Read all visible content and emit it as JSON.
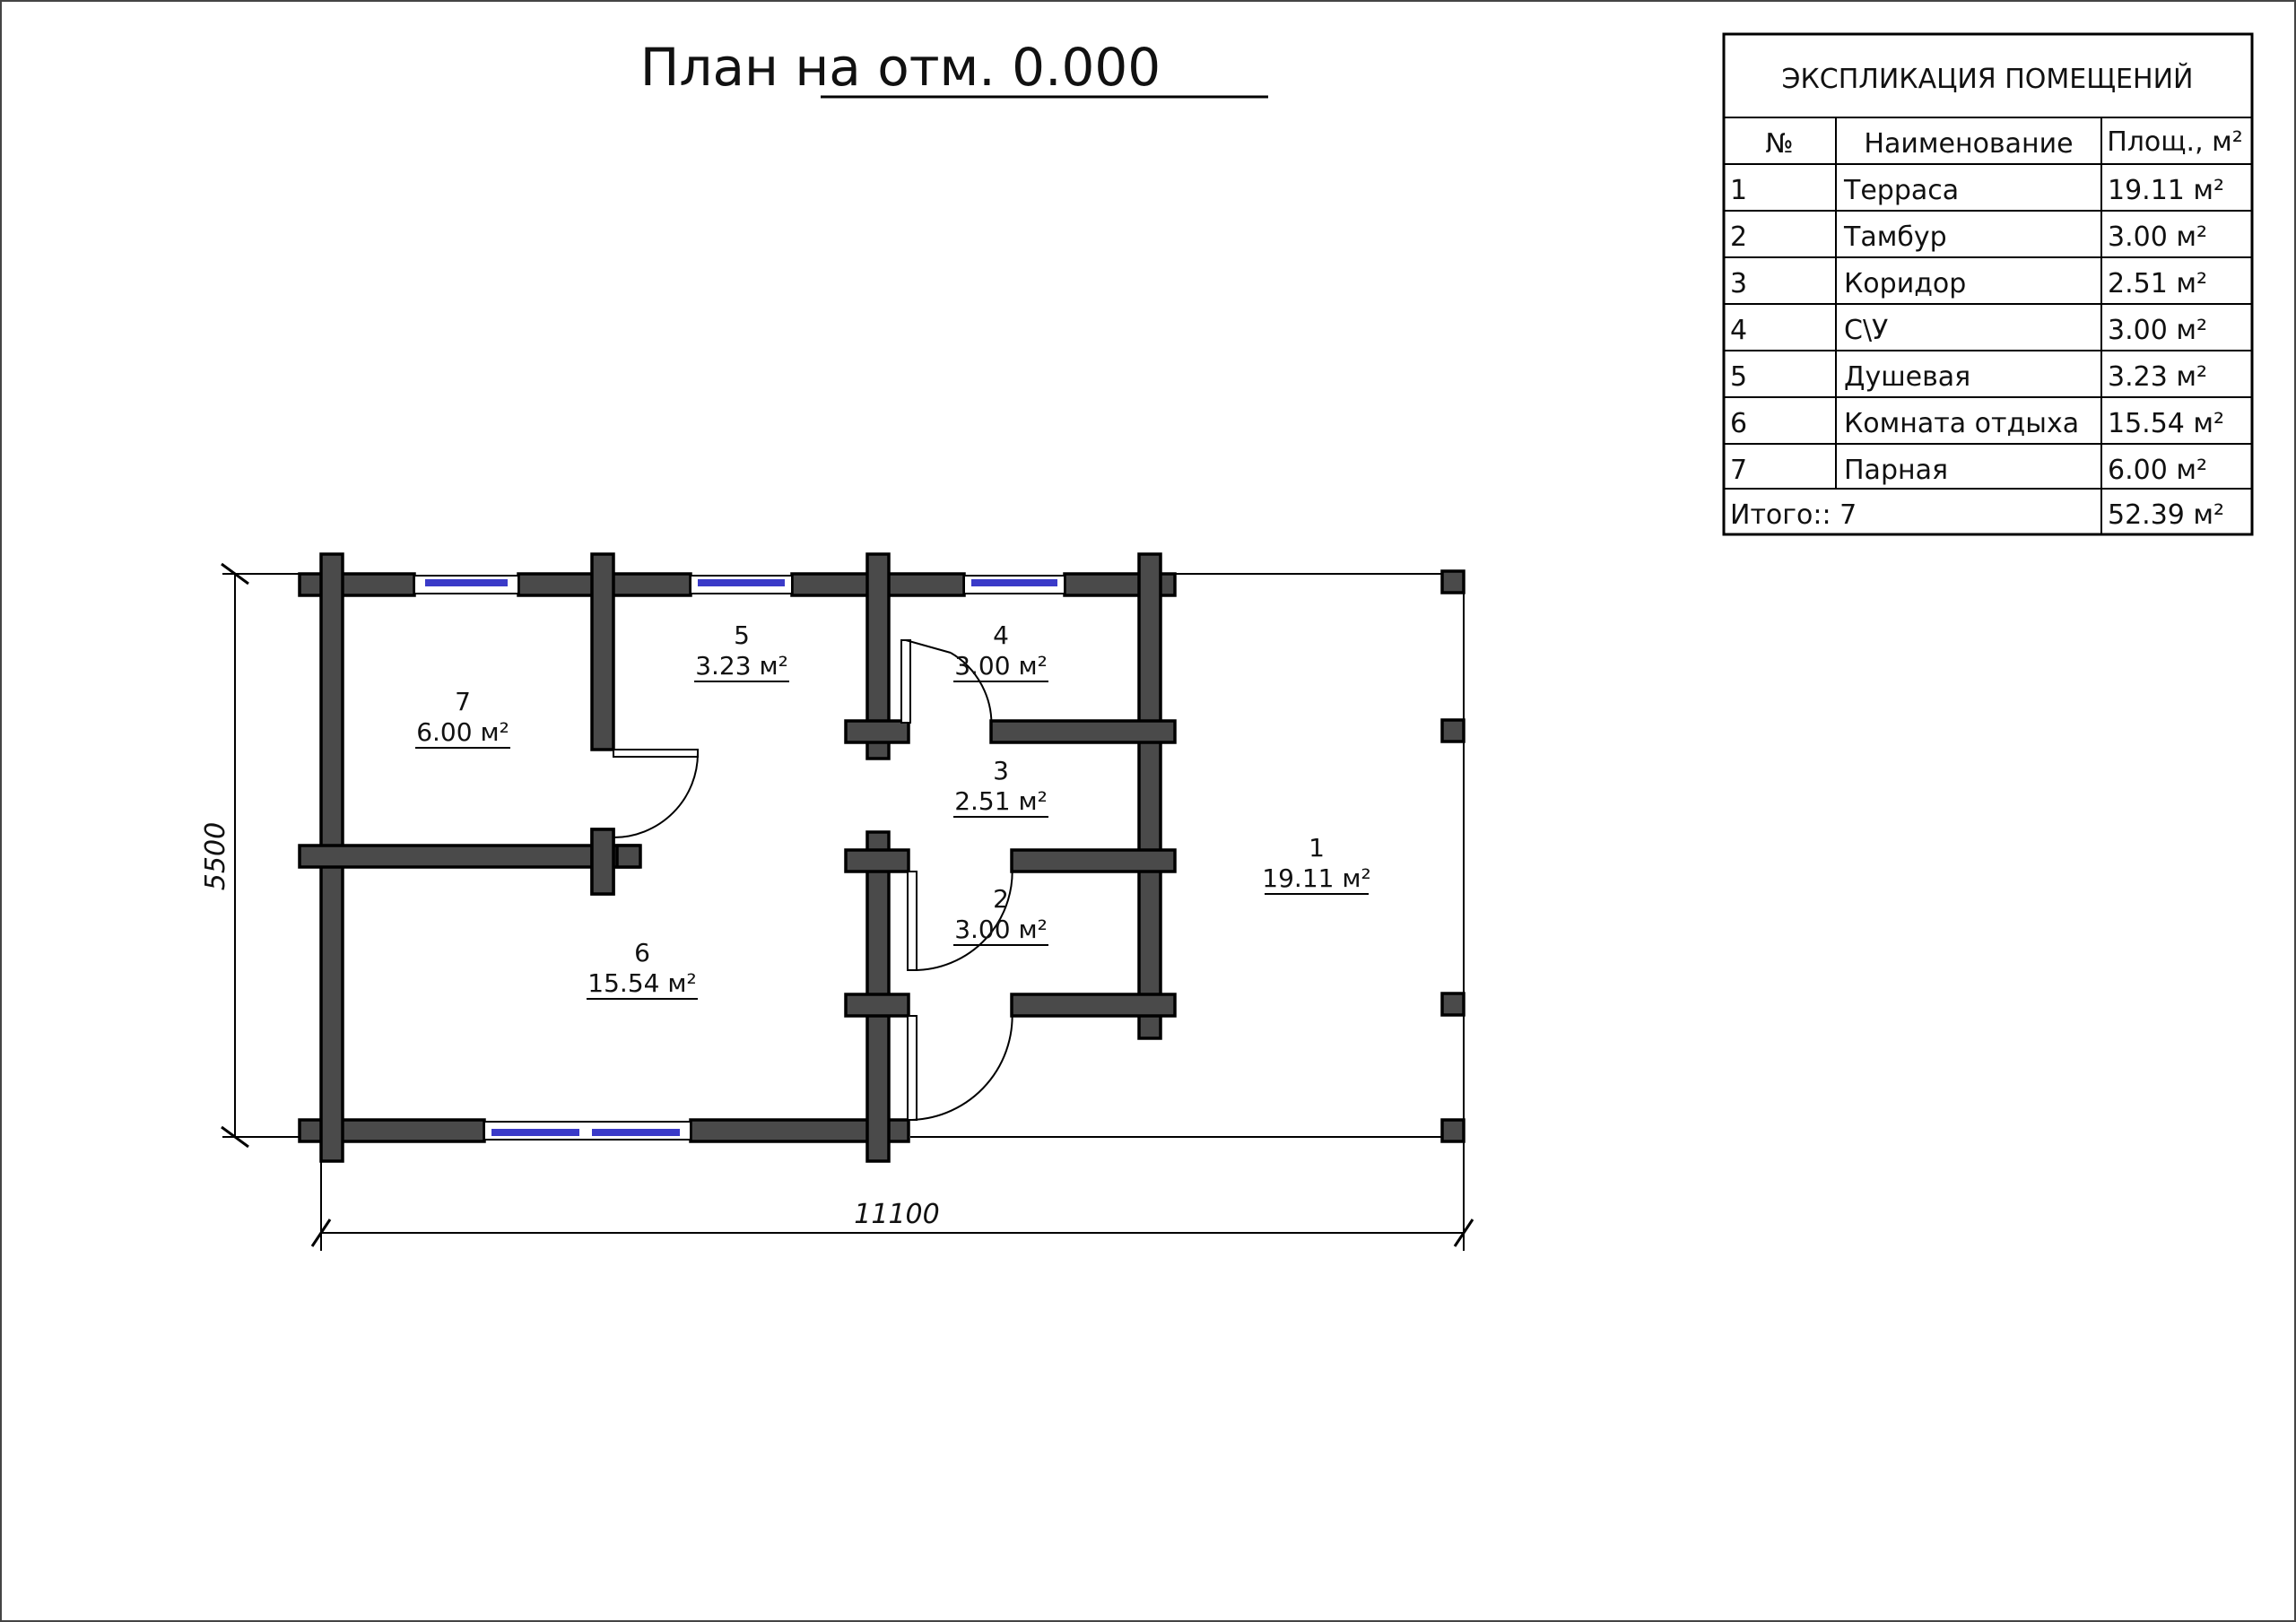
{
  "plan": {
    "title": "План на отм. 0.000"
  },
  "dimensions": {
    "width_label": "11100",
    "height_label": "5500"
  },
  "rooms": [
    {
      "number": "1",
      "area": "19.11 м²"
    },
    {
      "number": "2",
      "area": "3.00 м²"
    },
    {
      "number": "3",
      "area": "2.51 м²"
    },
    {
      "number": "4",
      "area": "3.00 м²"
    },
    {
      "number": "5",
      "area": "3.23 м²"
    },
    {
      "number": "6",
      "area": "15.54 м²"
    },
    {
      "number": "7",
      "area": "6.00 м²"
    }
  ],
  "explication": {
    "title": "ЭКСПЛИКАЦИЯ ПОМЕЩЕНИЙ",
    "headers": [
      "№",
      "Наименование",
      "Площ., м²"
    ],
    "rows": [
      {
        "num": "1",
        "name": "Терраса",
        "area": "19.11 м²"
      },
      {
        "num": "2",
        "name": "Тамбур",
        "area": "3.00 м²"
      },
      {
        "num": "3",
        "name": "Коридор",
        "area": "2.51 м²"
      },
      {
        "num": "4",
        "name": "С\\У",
        "area": "3.00 м²"
      },
      {
        "num": "5",
        "name": "Душевая",
        "area": "3.23 м²"
      },
      {
        "num": "6",
        "name": "Комната отдыха",
        "area": "15.54 м²"
      },
      {
        "num": "7",
        "name": "Парная",
        "area": "6.00 м²"
      }
    ],
    "total_label": "Итого:: 7",
    "total_area": "52.39 м²"
  },
  "colors": {
    "wall_fill": "#4a4a4a",
    "window_glass": "#3a3ac8",
    "line": "#000000",
    "background": "#ffffff"
  }
}
